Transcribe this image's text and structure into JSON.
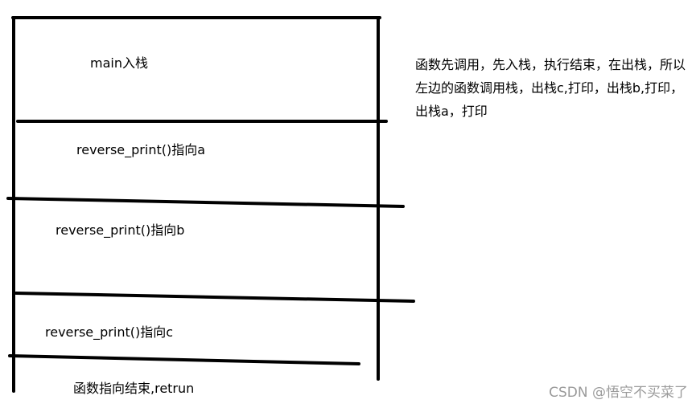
{
  "stack": {
    "frames": [
      {
        "label": "main入栈"
      },
      {
        "label": "reverse_print()指向a"
      },
      {
        "label": "reverse_print()指向b"
      },
      {
        "label": "reverse_print()指向c"
      },
      {
        "label": "函数指向结束,retrun"
      }
    ]
  },
  "explanation": {
    "text": "函数先调用，先入栈，执行结束，在出栈，所以左边的函数调用栈，出栈c,打印，出栈b,打印，出栈a，打印"
  },
  "watermark": {
    "text": "CSDN @悟空不买菜了"
  },
  "colors": {
    "ink": "#000000",
    "watermark": "#9a9a9a",
    "background": "#ffffff"
  }
}
